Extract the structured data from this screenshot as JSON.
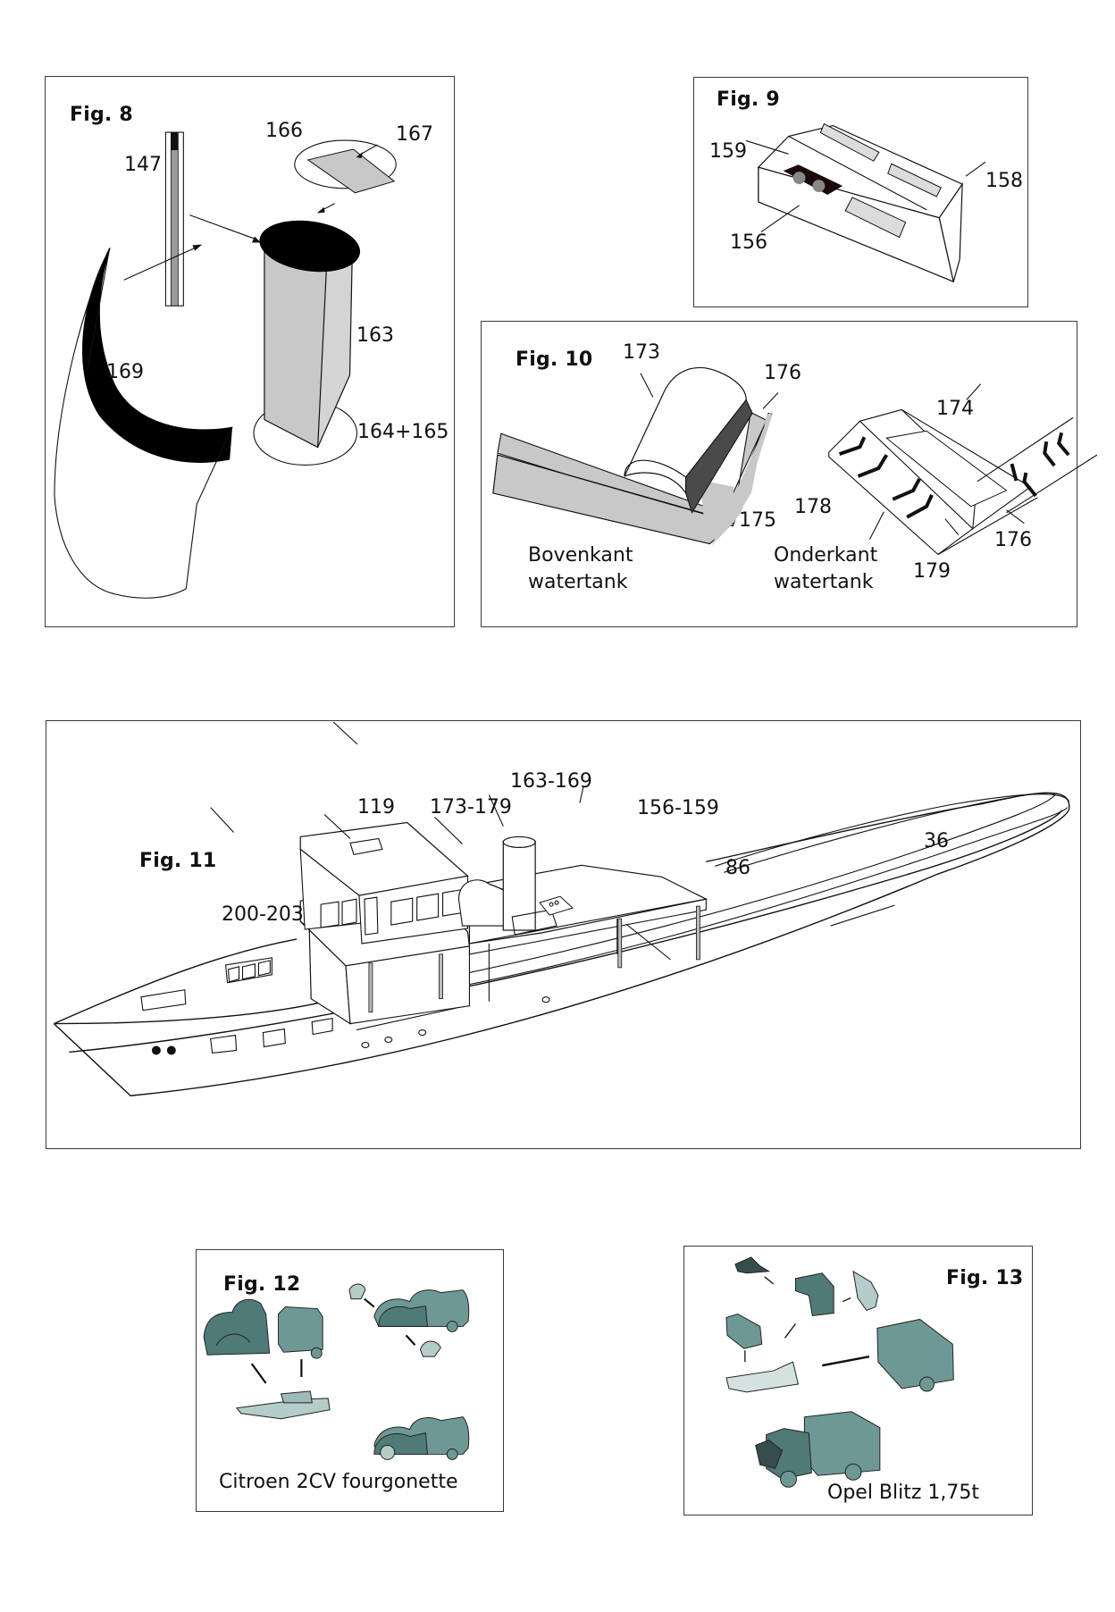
{
  "page": {
    "type": "Assembly instruction sheet (ship model)"
  },
  "colors": {
    "line": "#111111",
    "grey_fill": "#c8c8c8",
    "dark_grey": "#555555",
    "vehicle_dark": "#4f7a78",
    "vehicle_mid": "#6e9896",
    "vehicle_light": "#b4cdc9"
  },
  "figures": {
    "fig8": {
      "title": "Fig. 8",
      "labels": {
        "l147": "147",
        "l166": "166",
        "l167": "167",
        "l163": "163",
        "l169": "169",
        "l164_165": "164+165"
      }
    },
    "fig9": {
      "title": "Fig. 9",
      "labels": {
        "l159": "159",
        "l158": "158",
        "l156": "156"
      }
    },
    "fig10": {
      "title": "Fig. 10",
      "labels": {
        "l173": "173",
        "l176a": "176",
        "l175": "175",
        "l174": "174",
        "l178": "178",
        "l176b": "176",
        "l179": "179"
      },
      "captions": {
        "top_line1": "Bovenkant",
        "top_line2": "watertank",
        "bottom_line1": "Onderkant",
        "bottom_line2": "watertank"
      }
    },
    "fig11": {
      "title": "Fig. 11",
      "labels": {
        "l119": "119",
        "l173_179": "173-179",
        "l163_169": "163-169",
        "l156_159": "156-159",
        "l86": "86",
        "l36": "36",
        "l200_203": "200-203"
      }
    },
    "fig12": {
      "title": "Fig. 12",
      "caption": "Citroen 2CV fourgonette"
    },
    "fig13": {
      "title": "Fig. 13",
      "caption": "Opel Blitz 1,75t"
    }
  }
}
